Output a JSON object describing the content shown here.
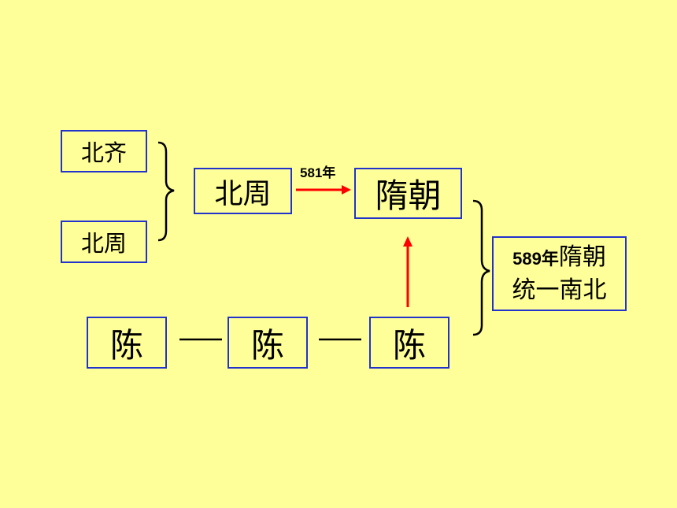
{
  "nodes": {
    "beiqi": "北齐",
    "beizhou_left": "北周",
    "beizhou": "北周",
    "suichao": "隋朝",
    "chen1": "陈",
    "chen2": "陈",
    "chen3": "陈"
  },
  "arrow_label": "581年",
  "final": {
    "year": "589年",
    "line1_rest": "隋朝",
    "line2": "统一南北"
  },
  "colors": {
    "background": "#FFFF99",
    "border": "#2233CC",
    "arrow": "#FF0000"
  }
}
